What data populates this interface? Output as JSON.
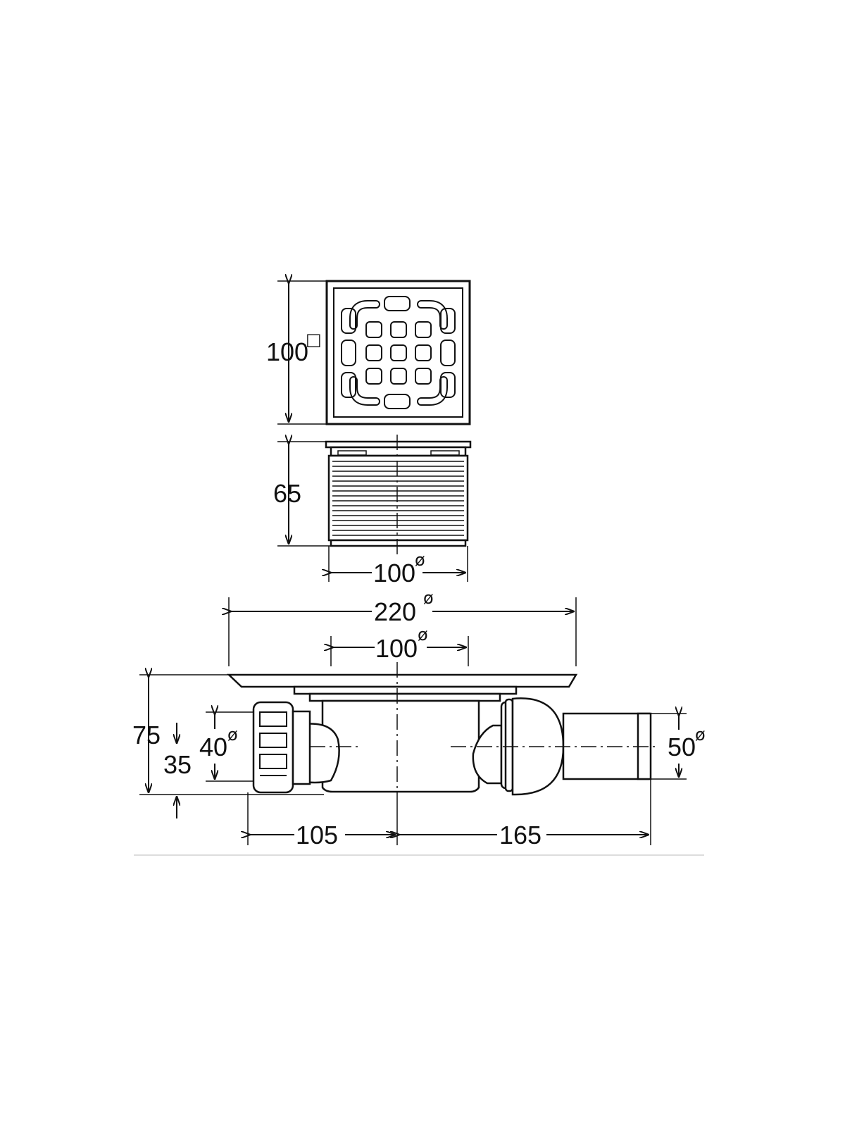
{
  "diagram": {
    "labels": {
      "grate_size": "100",
      "grate_size_symbol": "□",
      "body_height": "65",
      "body_diameter": "100",
      "flange_diameter": "220",
      "flange_inner_diameter": "100",
      "total_height": "75",
      "outlet_height": "35",
      "inlet_diameter": "40",
      "outlet_diameter": "50",
      "left_length": "105",
      "right_length": "165",
      "diameter_symbol": "ø"
    }
  }
}
